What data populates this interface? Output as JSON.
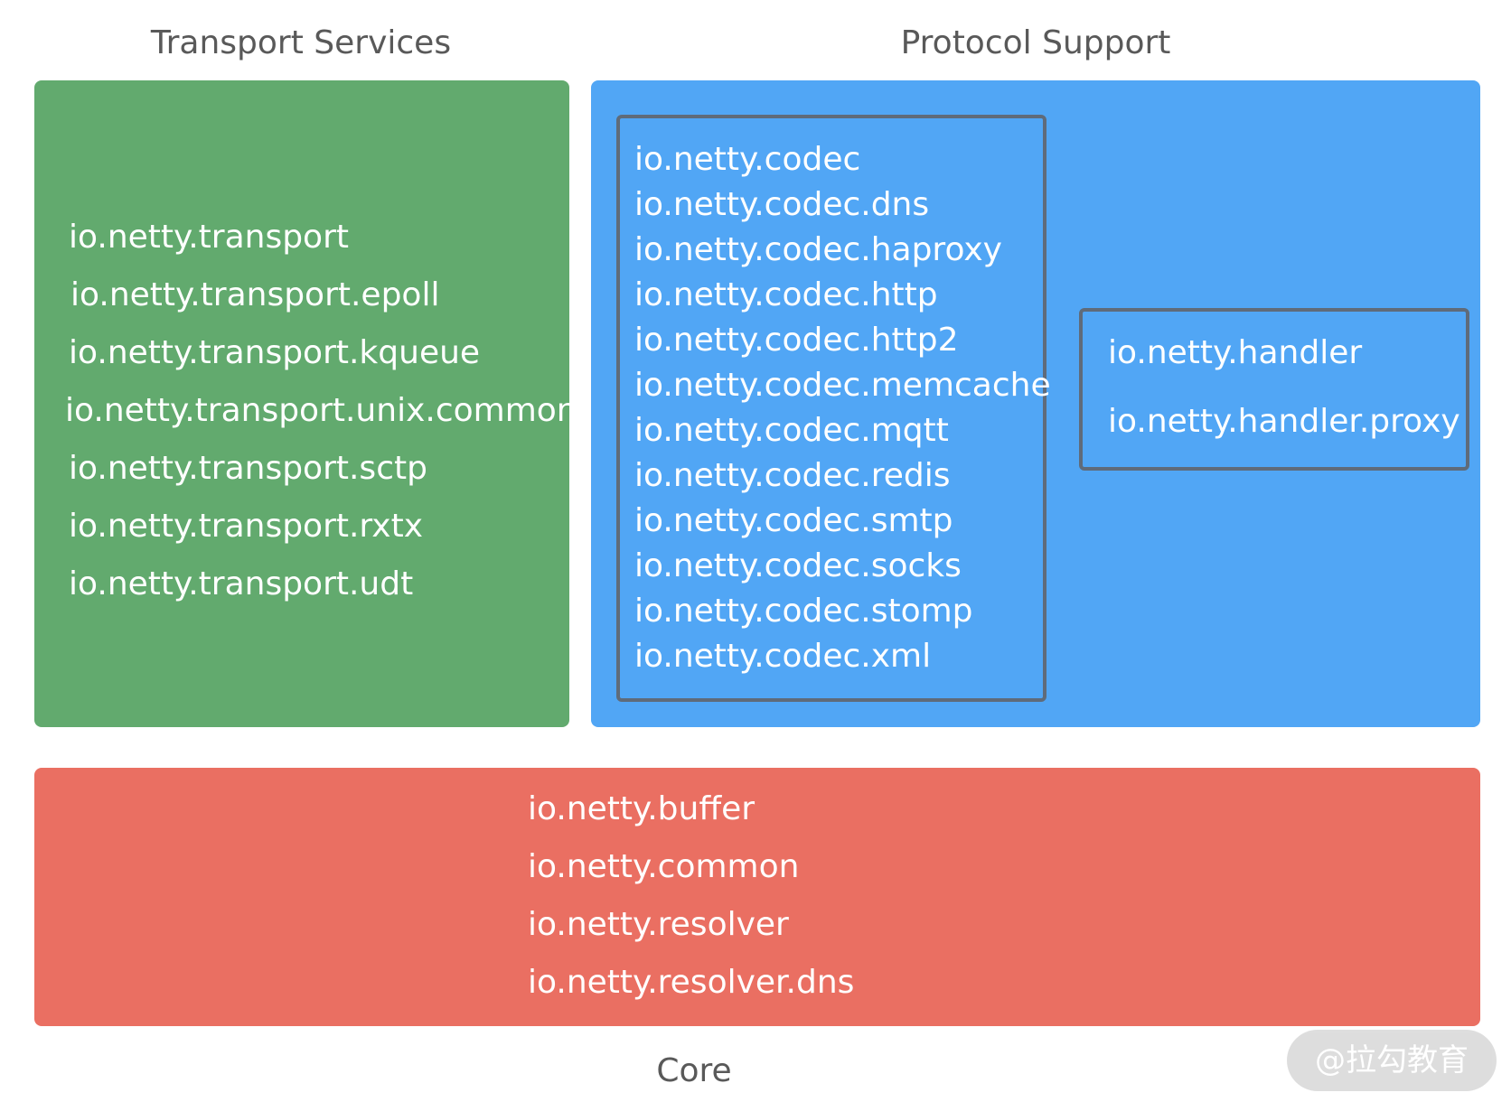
{
  "sections": {
    "transport": {
      "title": "Transport Services",
      "color": "#62aa6e",
      "items": [
        "io.netty.transport",
        "io.netty.transport.epoll",
        "io.netty.transport.kqueue",
        "io.netty.transport.unix.common",
        "io.netty.transport.sctp",
        "io.netty.transport.rxtx",
        "io.netty.transport.udt"
      ]
    },
    "protocol": {
      "title": "Protocol Support",
      "color": "#51a6f5",
      "codec_items": [
        "io.netty.codec",
        "io.netty.codec.dns",
        "io.netty.codec.haproxy",
        "io.netty.codec.http",
        "io.netty.codec.http2",
        "io.netty.codec.memcache",
        "io.netty.codec.mqtt",
        "io.netty.codec.redis",
        "io.netty.codec.smtp",
        "io.netty.codec.socks",
        "io.netty.codec.stomp",
        "io.netty.codec.xml"
      ],
      "handler_items": [
        "io.netty.handler",
        "io.netty.handler.proxy"
      ]
    },
    "core": {
      "title": "Core",
      "color": "#ea6f62",
      "items": [
        "io.netty.buffer",
        "io.netty.common",
        "io.netty.resolver",
        "io.netty.resolver.dns"
      ]
    }
  },
  "watermark": "@拉勾教育"
}
